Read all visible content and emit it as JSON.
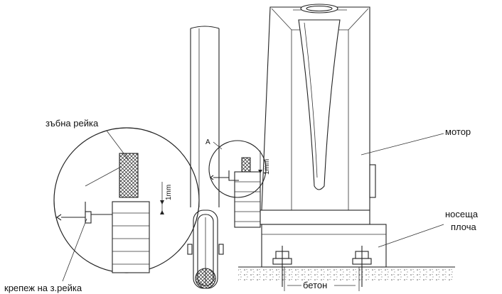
{
  "labels": {
    "rack": "зъбна рейка",
    "motor": "мотор",
    "plate_line1": "носеща",
    "plate_line2": "плоча",
    "rack_fastener": "крепеж на з.рейка",
    "concrete": "бетон",
    "gap_big": "1mm",
    "gap_small": "1mm",
    "detail_marker": "A"
  },
  "colors": {
    "line": "#222222",
    "background": "#ffffff"
  }
}
